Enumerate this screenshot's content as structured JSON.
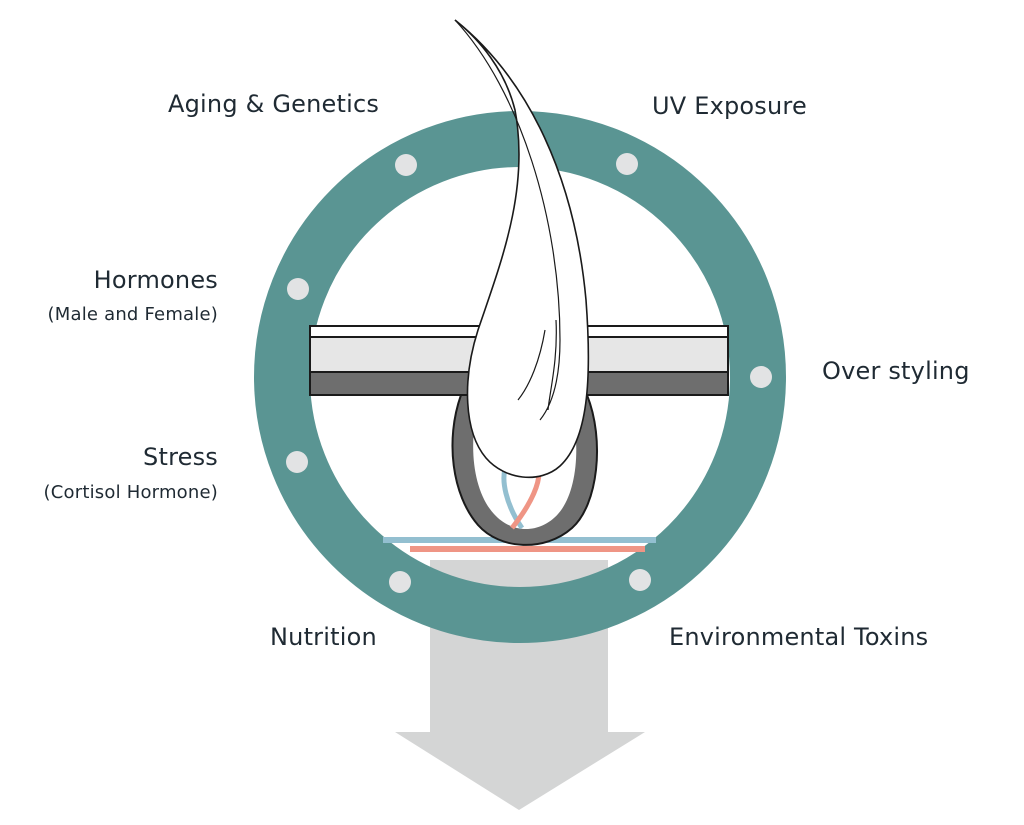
{
  "factors": {
    "aging_genetics": "Aging & Genetics",
    "uv_exposure": "UV Exposure",
    "hormones": {
      "label": "Hormones",
      "note": "(Male and Female)"
    },
    "over_styling": "Over styling",
    "stress": {
      "label": "Stress",
      "note": "(Cortisol Hormone)"
    },
    "nutrition": "Nutrition",
    "environmental_toxins": "Environmental Toxins"
  },
  "colors": {
    "ring": "#5a9593",
    "bolt": "#e2e3e4",
    "arrow": "#d4d5d5",
    "skin_light": "#e6e6e6",
    "skin_dark": "#6e6e6e",
    "outline": "#1a1a1a",
    "vessel_blue": "#93bfd0",
    "vessel_red": "#ef9585"
  },
  "icons": {
    "hair": "hair-strand-icon",
    "follicle": "hair-follicle-icon",
    "arrow": "down-arrow-icon"
  }
}
